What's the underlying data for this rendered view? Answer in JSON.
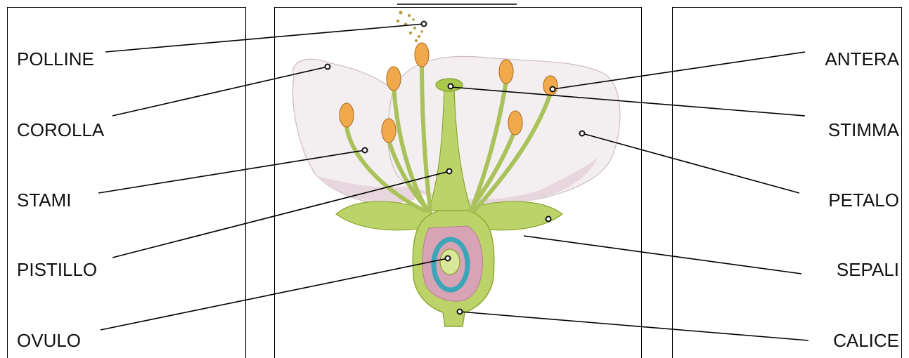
{
  "labels": {
    "left": [
      "POLLINE",
      "COROLLA",
      "STAMI",
      "PISTILLO",
      "OVULO"
    ],
    "right": [
      "ANTERA",
      "STIMMA",
      "PETALO",
      "SEPALI",
      "CALICE"
    ]
  },
  "colors": {
    "petal": "#f4eef1",
    "petal_shade": "#e2c9d3",
    "stem_green": "#bcd36a",
    "stem_dark": "#8aa62c",
    "anther": "#f2a94b",
    "ovary_pink": "#d9a3b6",
    "ovule_ring": "#3aa6b8",
    "ovule_center": "#d9e79a",
    "pollen": "#b79a3c"
  }
}
